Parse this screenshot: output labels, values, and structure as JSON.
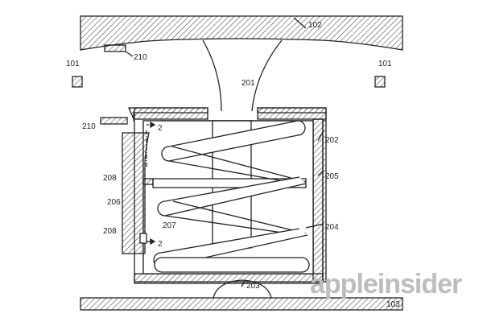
{
  "labels": {
    "top_plate": "102",
    "sensor_top": "210",
    "sensor_left_a": "101",
    "sensor_right_a": "101",
    "stem": "201",
    "sensor_side": "210",
    "section_top": "2",
    "housing": "202",
    "contact_upper": "208",
    "plunger": "205",
    "pin": "206",
    "track": "207",
    "spring": "204",
    "contact_lower": "208",
    "section_bottom": "2",
    "bump": "203",
    "base_plate": "103"
  },
  "watermark": "appleinsider"
}
